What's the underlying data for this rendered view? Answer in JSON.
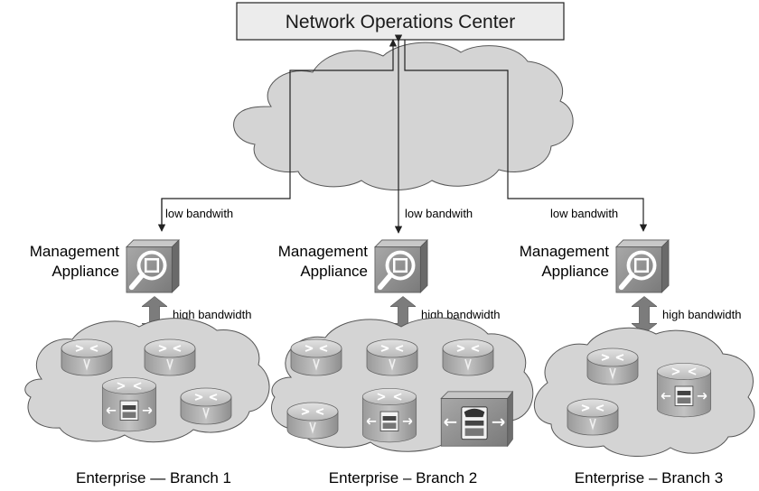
{
  "noc": {
    "title": "Network Operations Center"
  },
  "links": {
    "low_bandwidth": "low bandwith",
    "high_bandwidth": "high bandwidth"
  },
  "appliance": {
    "line1": "Management",
    "line2": "Appliance"
  },
  "branches": [
    {
      "label": "Enterprise — Branch 1"
    },
    {
      "label": "Enterprise – Branch 2"
    },
    {
      "label": "Enterprise – Branch 3"
    }
  ],
  "router_mark": "V",
  "colors": {
    "cloud_fill": "#d4d4d4",
    "device_dark": "#8c8c8c",
    "device_light": "#c9c9c9",
    "line": "#222222"
  }
}
